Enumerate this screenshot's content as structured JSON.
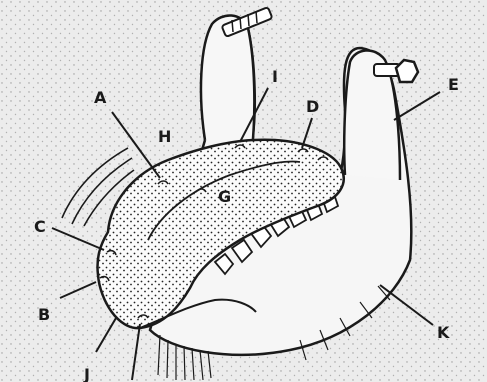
{
  "diagram": {
    "labels": {
      "A": "A",
      "B": "B",
      "C": "C",
      "D": "D",
      "E": "E",
      "G": "G",
      "H": "H",
      "I": "I",
      "J": "J",
      "K": "K",
      "G_center": "G"
    }
  }
}
